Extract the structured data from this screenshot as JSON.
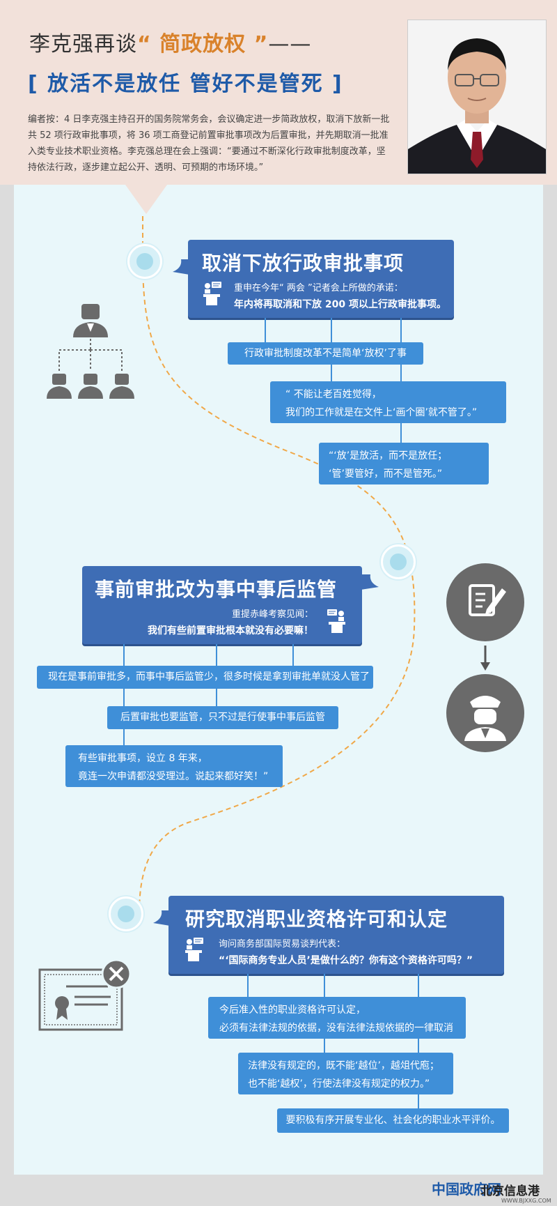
{
  "header": {
    "title_prefix": "李克强再谈",
    "title_highlight": "“ 简政放权 ”",
    "title_dash": "——",
    "subtitle": "[ 放活不是放任  管好不是管死 ]",
    "editor_note": "编者按：4 日李克强主持召开的国务院常务会，会议确定进一步简政放权，取消下放新一批共 52 项行政审批事项，将 36 项工商登记前置审批事项改为后置审批，并先期取消一批准入类专业技术职业资格。李克强总理在会上强调：“要通过不断深化行政审批制度改革，坚持依法行政，逐步建立起公开、透明、可预期的市场环境。”"
  },
  "section1": {
    "title": "取消下放行政审批事项",
    "intro": "重申在今年“ 两会 ”记者会上所做的承诺：",
    "quote": "年内将再取消和下放 200 项以上行政审批事项。",
    "items": [
      {
        "lines": [
          "行政审批制度改革不是简单‘放权’了事"
        ]
      },
      {
        "lines": [
          "“ 不能让老百姓觉得，",
          "我们的工作就是在文件上‘画个圈’就不管了。”"
        ]
      },
      {
        "lines": [
          "“‘放’是放活，而不是放任；",
          "‘管’要管好，而不是管死。”"
        ]
      }
    ]
  },
  "section2": {
    "title": "事前审批改为事中事后监管",
    "intro": "重提赤峰考察见闻：",
    "quote": "我们有些前置审批根本就没有必要嘛！",
    "items": [
      {
        "lines": [
          "现在是事前审批多，而事中事后监管少，很多时候是拿到审批单就没人管了"
        ]
      },
      {
        "lines": [
          "后置审批也要监管，只不过是行使事中事后监管"
        ]
      },
      {
        "lines": [
          "有些审批事项，设立 8 年来，",
          "竟连一次申请都没受理过。说起来都好笑！”"
        ]
      }
    ]
  },
  "section3": {
    "title": "研究取消职业资格许可和认定",
    "intro": "询问商务部国际贸易谈判代表：",
    "quote": "“‘国际商务专业人员’是做什么的？你有这个资格许可吗？”",
    "items": [
      {
        "lines": [
          "今后准入性的职业资格许可认定，",
          "必须有法律法规的依据，没有法律法规依据的一律取消"
        ]
      },
      {
        "lines": [
          "法律没有规定的，既不能‘越位’，越俎代庖；",
          "也不能‘越权’，行使法律没有规定的权力。”"
        ]
      },
      {
        "lines": [
          "要积极有序开展专业化、社会化的职业水平评价。"
        ]
      }
    ]
  },
  "footer": {
    "brand1": "中国政府网",
    "brand2": "北京信息港",
    "url": "WWW.BJXXG.COM"
  },
  "colors": {
    "dark_blue": "#3e6db5",
    "light_blue": "#3f8fd8",
    "accent_orange": "#d9822b",
    "panel_bg": "#e9f7fa",
    "header_bg": "#f2e1da"
  },
  "icons": [
    "podium-icon",
    "org-chart-icon",
    "edit-document-icon",
    "arrow-down-icon",
    "police-officer-icon",
    "certificate-cancel-icon",
    "person-photo"
  ]
}
